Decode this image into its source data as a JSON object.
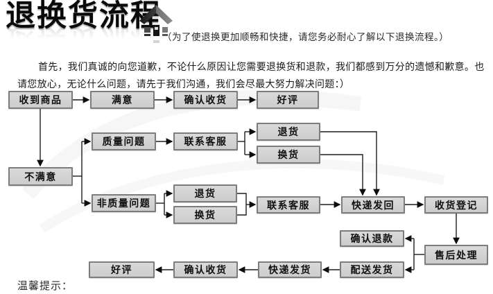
{
  "header": {
    "title": "退换货流程",
    "subtitle": "（为了使退换更加顺畅和快捷，请您务必耐心了解以下退换流程。）",
    "logo_icon": "house-logo-icon"
  },
  "intro": "首先，我们真诚的向您道歉，不论什么原因让您需要退换货和退款，我们都感到万分的遗憾和歉意。也请您放心，无论什么问题，请先于我们沟通，我们会尽最大努力解决问题：）",
  "flow": {
    "nodes": [
      {
        "id": "received-goods",
        "label": "收到商品"
      },
      {
        "id": "satisfied",
        "label": "满意"
      },
      {
        "id": "confirm-receipt-top",
        "label": "确认收货"
      },
      {
        "id": "good-review-top",
        "label": "好评"
      },
      {
        "id": "unsatisfied",
        "label": "不满意"
      },
      {
        "id": "quality-issue",
        "label": "质量问题"
      },
      {
        "id": "contact-service-1",
        "label": "联系客服"
      },
      {
        "id": "return-quality",
        "label": "退货"
      },
      {
        "id": "exchange-quality",
        "label": "换货"
      },
      {
        "id": "non-quality-issue",
        "label": "非质量问题"
      },
      {
        "id": "return-nonquality",
        "label": "退货"
      },
      {
        "id": "exchange-nonquality",
        "label": "换货"
      },
      {
        "id": "contact-service-2",
        "label": "联系客服"
      },
      {
        "id": "express-send-back",
        "label": "快递发回"
      },
      {
        "id": "receipt-registration",
        "label": "收货登记"
      },
      {
        "id": "confirm-refund",
        "label": "确认退款"
      },
      {
        "id": "after-sales-handling",
        "label": "售后处理"
      },
      {
        "id": "dispatch-shipment",
        "label": "配送发货"
      },
      {
        "id": "express-delivery",
        "label": "快递发货"
      },
      {
        "id": "confirm-receipt-bottom",
        "label": "确认收货"
      },
      {
        "id": "good-review-bottom",
        "label": "好评"
      }
    ],
    "colors": {
      "box_fill": "#d3d3d3",
      "box_border": "#7c7c7c",
      "connector_line": "#1c1c1c",
      "text": "#101010",
      "background": "#ffffff"
    }
  },
  "footer": {
    "tip_label": "温馨提示："
  }
}
